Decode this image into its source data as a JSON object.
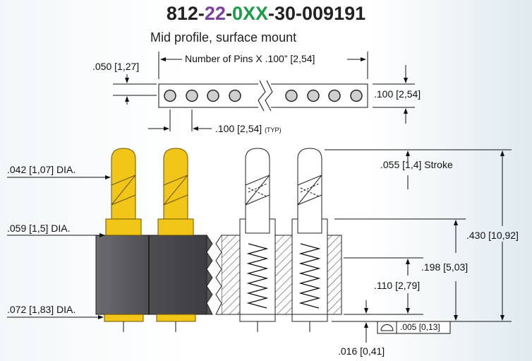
{
  "part_number": {
    "prefix": "812-",
    "series": "22",
    "sep1": "-",
    "pins": "0XX",
    "suffix": "-30-009191"
  },
  "colors": {
    "series": "#7b3fa0",
    "pins": "#1a9c48",
    "gold": "#f2c618",
    "housing": "#555559",
    "line": "#1a1a1a"
  },
  "subtitle": "Mid profile, surface mount",
  "dims": {
    "pitch_left": ".050 [1,27]",
    "pins_length": "Number of Pins X .100” [2,54]",
    "row_height": ".100 [2,54]",
    "pitch_typ": ".100 [2,54]",
    "typ": "(TYP)",
    "tip_dia": ".042 [1,07] DIA.",
    "stroke": ".055 [1,4] Stroke",
    "barrel_dia": ".059 [1,5] DIA.",
    "overall_height": ".430 [10,92]",
    "above_board": ".198 [5,03]",
    "housing_height": ".110 [2,79]",
    "base_dia": ".072 [1,83] DIA.",
    "flatness": ".005 [0,13]",
    "base_extension": ".016 [0,41]"
  }
}
